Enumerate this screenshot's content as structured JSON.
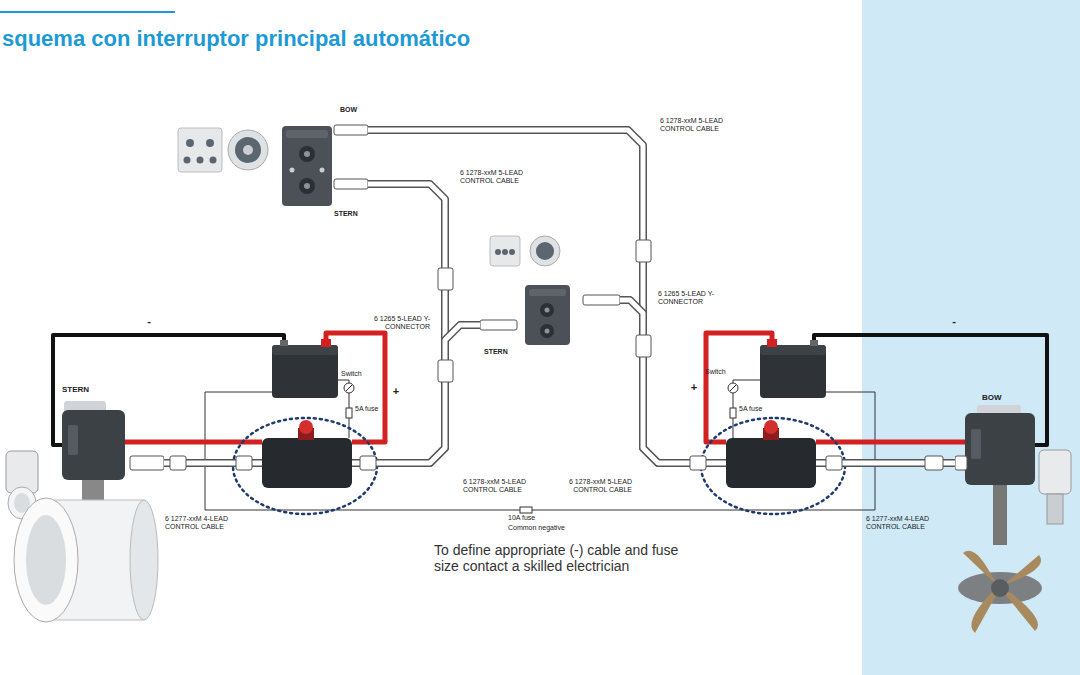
{
  "diagram": {
    "title": "squema con interruptor principal automático",
    "nodes": [
      {
        "text": [
          "BOW",
          "STERN"
        ]
      },
      {
        "text": [
          "STERN"
        ]
      },
      {
        "text": [
          "STERN"
        ]
      },
      {
        "text": [
          "BOW"
        ]
      }
    ],
    "edges": [
      {
        "from": 0,
        "to": 3,
        "arrow": "none",
        "label": "6 1278-xxM 5-LEAD CONTROL CABLE"
      },
      {
        "from": 0,
        "to": 2,
        "arrow": "none",
        "label": "6 1278-xxM 5-LEAD CONTROL CABLE"
      },
      {
        "from": 1,
        "to": 2,
        "arrow": "none",
        "label": "6 1278-xxM 5-LEAD CONTROL CABLE"
      },
      {
        "from": 1,
        "to": 3,
        "arrow": "none",
        "label": "6 1278-xxM 5-LEAD CONTROL CABLE"
      }
    ],
    "labels": [
      "-",
      "-",
      "+",
      "Switch",
      "5A fuse",
      "+",
      "Switch",
      "5A fuse",
      "6 1265 5-LEAD Y-CONNECTOR",
      "6 1265 5-LEAD Y-CONNECTOR",
      "6 1277-xxM 4-LEAD CONTROL CABLE",
      "6 1277-xxM 4-LEAD CONTROL CABLE",
      "10A fuse",
      "Common negative",
      "To define appropriate (-) cable and fuse size contact a skilled electrician"
    ]
  }
}
